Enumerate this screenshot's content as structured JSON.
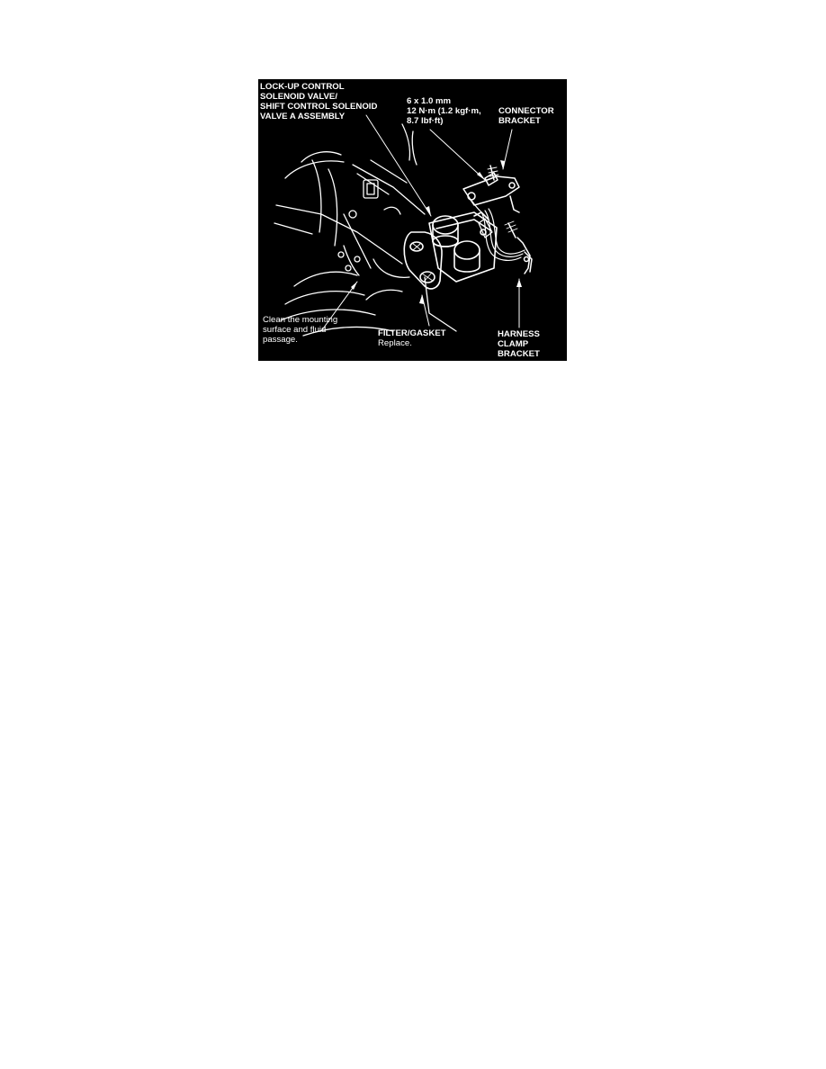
{
  "figure": {
    "background": "#000000",
    "foreground": "#ffffff",
    "labels": {
      "solenoid_assembly": [
        "LOCK-UP CONTROL",
        "SOLENOID VALVE/",
        "SHIFT CONTROL SOLENOID",
        "VALVE A ASSEMBLY"
      ],
      "bolt_spec": [
        "6 x 1.0 mm",
        "12 N·m (1.2 kgf·m,",
        "8.7 lbf·ft)"
      ],
      "connector_bracket": [
        "CONNECTOR",
        "BRACKET"
      ],
      "clean_note": [
        "Clean the mounting",
        "surface and fluid",
        "passage."
      ],
      "filter_gasket": {
        "title": "FILTER/GASKET",
        "note": "Replace."
      },
      "harness_clamp_bracket": [
        "HARNESS",
        "CLAMP",
        "BRACKET"
      ]
    }
  }
}
